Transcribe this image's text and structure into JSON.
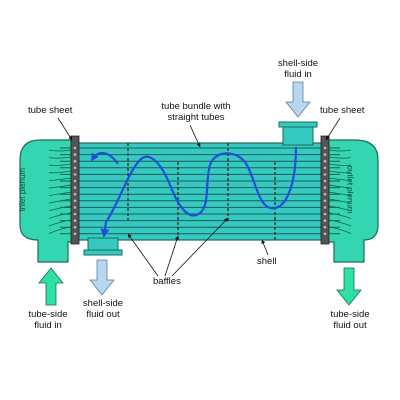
{
  "labels": {
    "shell_side_fluid_in_line1": "shell-side",
    "shell_side_fluid_in_line2": "fluid in",
    "tube_sheet_left": "tube sheet",
    "tube_sheet_right": "tube sheet",
    "tube_bundle_line1": "tube bundle with",
    "tube_bundle_line2": "straight tubes",
    "baffles": "baffles",
    "shell": "shell",
    "tube_side_fluid_in_line1": "tube-side",
    "tube_side_fluid_in_line2": "fluid in",
    "shell_side_fluid_out_line1": "shell-side",
    "shell_side_fluid_out_line2": "fluid out",
    "tube_side_fluid_out_line1": "tube-side",
    "tube_side_fluid_out_line2": "fluid out",
    "inlet_plenum": "inlet plenum",
    "outlet_plenum": "outlet plenum"
  },
  "colors": {
    "fluid": "#33d6b0",
    "fluid_dark": "#1a9b7e",
    "shell_fill": "#35c9c2",
    "tube_line": "#1b5e57",
    "tube_sheet": "#333333",
    "flow_arrow": "#1f4ed8",
    "inlet_arrow": "#2ee0a2",
    "outlet_arrow": "#a9cbea"
  }
}
